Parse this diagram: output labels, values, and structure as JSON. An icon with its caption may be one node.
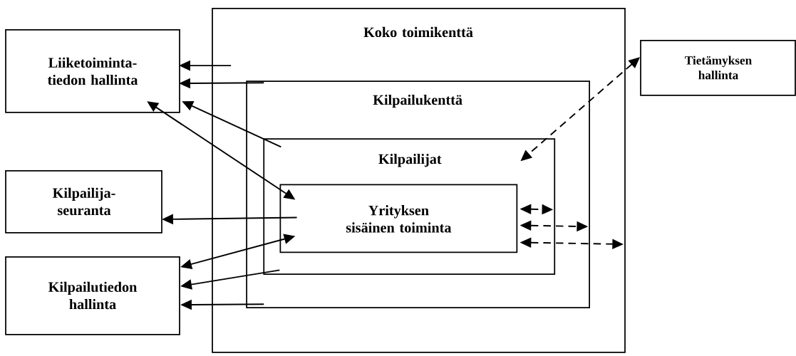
{
  "diagram": {
    "nodes": [
      {
        "text": [
          "Koko toimikenttä"
        ]
      },
      {
        "text": [
          "Kilpailukenttä"
        ],
        "in": 0
      },
      {
        "text": [
          "Kilpailijat"
        ],
        "in": 1
      },
      {
        "text": [
          "Yrityksen sisäinen toiminta"
        ],
        "in": 2
      },
      {
        "text": [
          "Liiketoiminta- tiedon hallinta"
        ]
      },
      {
        "text": [
          "Kilpailija- seuranta"
        ]
      },
      {
        "text": [
          "Kilpailutiedon hallinta"
        ]
      },
      {
        "text": [
          "Tietämyksen hallinta"
        ]
      }
    ],
    "edges": [
      {
        "from": 0,
        "to": 4,
        "arrow": "to"
      },
      {
        "from": 1,
        "to": 4,
        "arrow": "to"
      },
      {
        "from": 2,
        "to": 4,
        "arrow": "to"
      },
      {
        "from": 4,
        "to": 3,
        "arrow": "both"
      },
      {
        "from": 3,
        "to": 5,
        "arrow": "to"
      },
      {
        "from": 3,
        "to": 6,
        "arrow": "both"
      },
      {
        "from": 2,
        "to": 6,
        "arrow": "to"
      },
      {
        "from": 1,
        "to": 6,
        "arrow": "to"
      },
      {
        "from": 7,
        "to": 2,
        "arrow": "both",
        "style": "dashed"
      },
      {
        "from": 3,
        "to": 2,
        "arrow": "both",
        "style": "dashed"
      },
      {
        "from": 3,
        "to": 1,
        "arrow": "both",
        "style": "dashed"
      },
      {
        "from": 3,
        "to": 0,
        "arrow": "both",
        "style": "dashed"
      }
    ]
  }
}
